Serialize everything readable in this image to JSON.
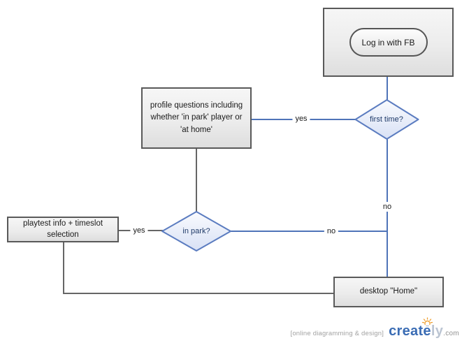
{
  "diagram": {
    "nodes": {
      "login": {
        "button_label": "Log in with FB"
      },
      "first_time_decision": {
        "label": "first time?"
      },
      "profile_questions": {
        "lines": [
          "profile questions including",
          "whether 'in park' player or",
          "'at home'"
        ]
      },
      "playtest_info": {
        "lines": [
          "playtest info + timeslot",
          "selection"
        ]
      },
      "in_park_decision": {
        "label": "in park?"
      },
      "desktop_home": {
        "label": "desktop \"Home\""
      }
    },
    "edge_labels": {
      "first_time_yes": "yes",
      "first_time_no": "no",
      "in_park_yes": "yes",
      "in_park_no": "no"
    }
  },
  "footer": {
    "tagline": "[online diagramming & design]",
    "brand_create": "create",
    "brand_ly": "ly",
    "brand_suffix": ".com"
  },
  "colors": {
    "connector_blue": "#4f74b8",
    "connector_gray": "#666666",
    "node_border": "#595959",
    "decision_border": "#5b7cc0",
    "decision_text": "#1f3a68",
    "brand_blue": "#3a6cb4",
    "bulb_orange": "#f0a030"
  }
}
